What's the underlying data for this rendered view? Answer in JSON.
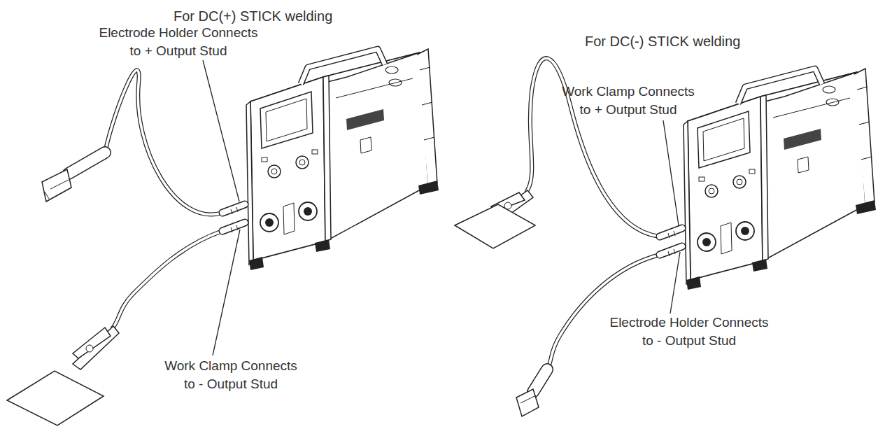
{
  "diagram": {
    "labels": [
      "For DC(+) STICK welding",
      "Electrode Holder Connects to + Output Stud",
      "Work Clamp Connects to - Output Stud",
      "For DC(-) STICK welding",
      "Work Clamp Connects to + Output Stud",
      "Electrode Holder Connects to - Output Stud"
    ]
  }
}
